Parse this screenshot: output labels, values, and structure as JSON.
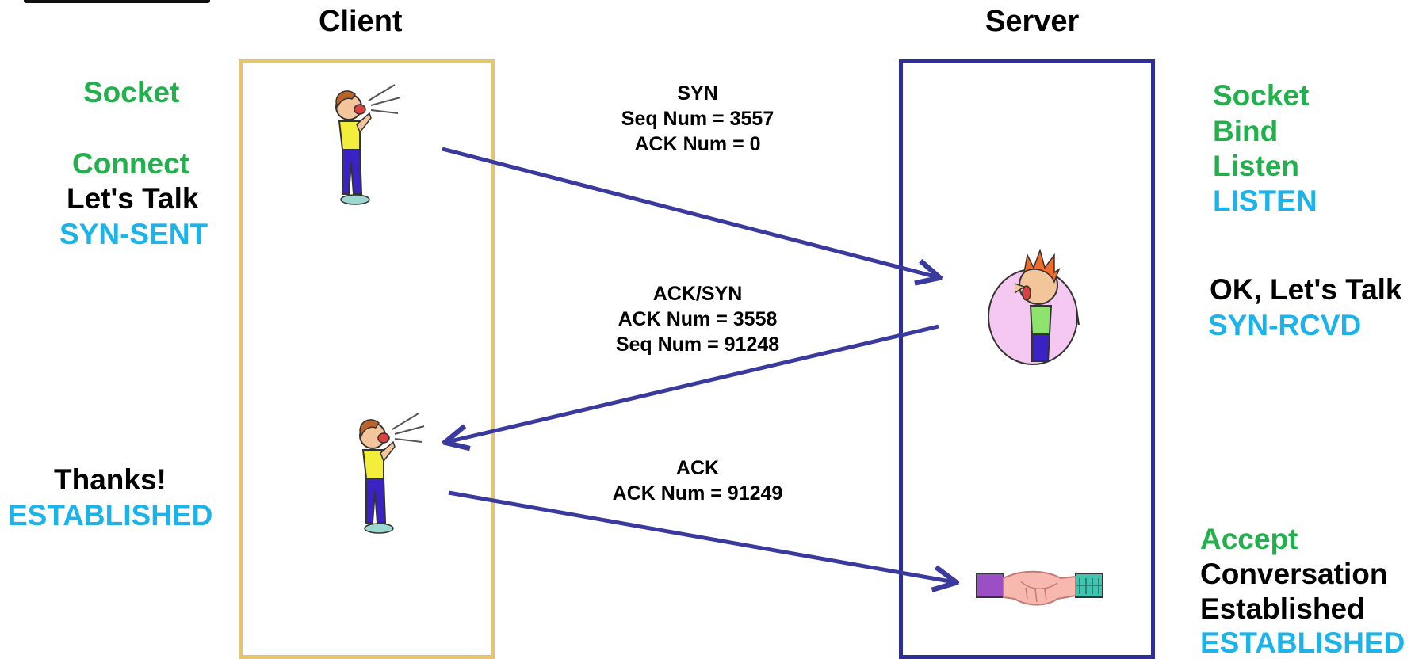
{
  "client": {
    "title": "Client",
    "labels": {
      "socket": "Socket",
      "connect": "Connect",
      "lets_talk": "Let's Talk",
      "syn_sent": "SYN-SENT",
      "thanks": "Thanks!",
      "established": "ESTABLISHED"
    }
  },
  "server": {
    "title": "Server",
    "labels": {
      "socket": "Socket",
      "bind": "Bind",
      "listen": "Listen",
      "listen_state": "LISTEN",
      "ok_lets_talk": "OK, Let's Talk",
      "syn_rcvd": "SYN-RCVD",
      "accept": "Accept",
      "conversation": "Conversation",
      "established_text": "Established",
      "established_state": "ESTABLISHED"
    }
  },
  "messages": [
    {
      "lines": [
        "SYN",
        "Seq Num = 3557",
        "ACK Num = 0"
      ]
    },
    {
      "lines": [
        "ACK/SYN",
        "ACK Num =  3558",
        "Seq Num = 91248"
      ]
    },
    {
      "lines": [
        "ACK",
        "ACK Num = 91249"
      ]
    }
  ],
  "colors": {
    "green": "#21b04b",
    "cyan": "#1bb3ea",
    "arrow": "#3a3a9e",
    "client_border": "#e6c46b",
    "server_border": "#2f2f9a"
  },
  "icons": {
    "client_figure": "shouting-person-icon",
    "server_figure": "surprised-person-icon",
    "handshake": "handshake-icon"
  }
}
